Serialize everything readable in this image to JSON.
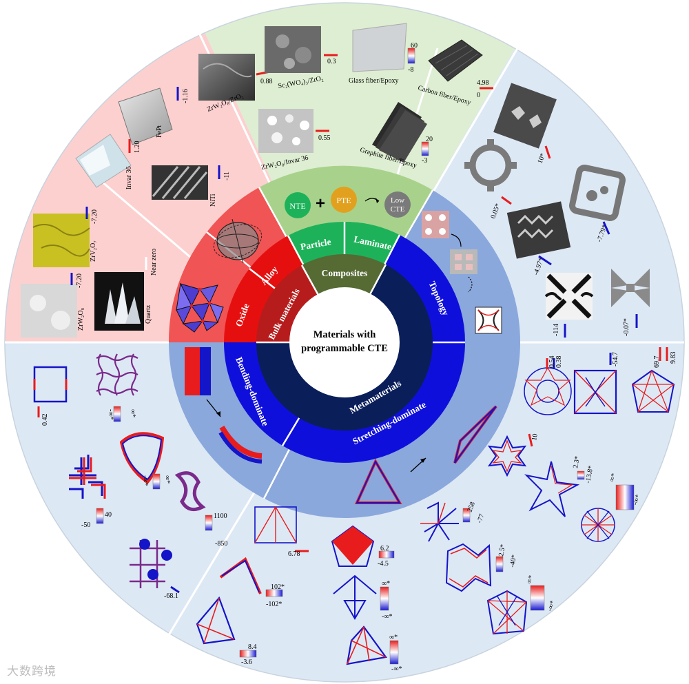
{
  "center": {
    "line1": "Materials with",
    "line2": "programmable CTE"
  },
  "ring_inner": {
    "bulk": "Bulk materials",
    "composites": "Composites",
    "metamaterials": "Metamaterials"
  },
  "ring_middle": {
    "oxide": "Oxide",
    "alloy": "Alloy",
    "particle": "Particle",
    "laminate": "Laminate",
    "topology": "Topology",
    "bending": "Bending-dominate",
    "stretching": "Stretching-dominate"
  },
  "composite_formula": {
    "nte": "NTE",
    "plus": "+",
    "pte": "PTE",
    "low1": "Low",
    "low2": "CTE"
  },
  "oxide_panel": [
    {
      "name": "ZrV₂O₇",
      "value": "-7.20"
    },
    {
      "name": "ZrW₂O₈",
      "value": "-7.20"
    },
    {
      "name": "Quartz",
      "value": "Near zero"
    }
  ],
  "alloy_panel": [
    {
      "name": "FePt",
      "value": "-1.16"
    },
    {
      "name": "Invar 36",
      "value": "1.20"
    },
    {
      "name": "NiTi",
      "value": "-11"
    }
  ],
  "particle_panel": [
    {
      "name": "ZrW₂O₈/ZrO₂",
      "value": "0.88"
    },
    {
      "name": "Sc₂(WO₄)₃/ZrO₂",
      "value": "0.3"
    },
    {
      "name": "ZrW₂O₈/Invar 36",
      "value": "0.55"
    }
  ],
  "laminate_panel": [
    {
      "name": "Glass fiber/Epoxy",
      "max": "60",
      "min": "-8"
    },
    {
      "name": "Carbon fiber/Epoxy",
      "max": "4.98",
      "min": "0"
    },
    {
      "name": "Graphite fiber/Epoxy",
      "max": "20",
      "min": "-3"
    }
  ],
  "topology_panel": [
    "10*",
    "0.05*",
    "-7.79*",
    "-4.97*",
    "-114",
    "-0.07*"
  ],
  "bending_panel": {
    "v1": "0.42",
    "v2_hi": "∞*",
    "v2_lo": "-∞*",
    "v3_hi": "∞*",
    "v3_lo": "-∞*",
    "v4_hi": "40",
    "v4_lo": "-50",
    "v5_hi": "1100",
    "v5_lo": "-850",
    "v6": "-68.1"
  },
  "stretch_bottom": {
    "a": "6.78",
    "b_hi": "6.2",
    "b_lo": "-4.5",
    "c_hi": "102*",
    "c_lo": "-102*",
    "d_hi": "∞*",
    "d_lo": "-∞*",
    "e_hi": "8.4",
    "e_lo": "-3.6",
    "f_hi": "∞*",
    "f_lo": "-∞*"
  },
  "stretch_right": {
    "a1": "0.54",
    "a2": "0.38",
    "b": "-54.7",
    "c1": "69.7",
    "c2": "9.83",
    "d": "10",
    "e_hi": "2.3*",
    "e_lo": "-13.8*",
    "f_hi": "∞*",
    "f_lo": "-∞*",
    "g_hi": "258",
    "g_lo": "-77",
    "h_hi": "2.5*",
    "h_lo": "-40*",
    "i_hi": "∞*",
    "i_lo": "-∞*"
  },
  "colors": {
    "bulk_bg": "#fdd0d0",
    "comp_bg": "#deeed2",
    "meta_bg": "#dde8f5",
    "red": "#ee1c1c",
    "blue": "#1414c8",
    "navy": "#0a1e5a",
    "green": "#1db25a",
    "olive": "#566a33"
  },
  "watermark": "大数跨境"
}
